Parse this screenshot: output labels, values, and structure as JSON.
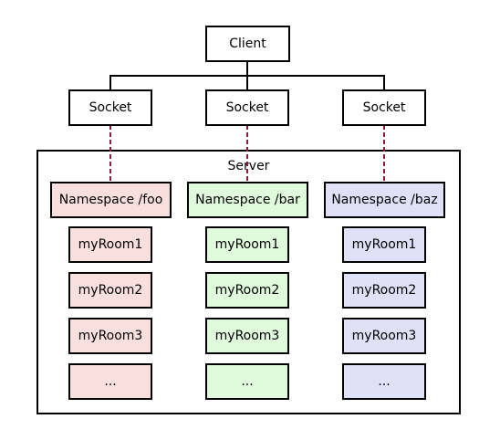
{
  "client": {
    "label": "Client"
  },
  "sockets": [
    {
      "label": "Socket"
    },
    {
      "label": "Socket"
    },
    {
      "label": "Socket"
    }
  ],
  "server": {
    "label": "Server"
  },
  "namespaces": [
    {
      "label": "Namespace /foo",
      "color": "#f9e0df",
      "rooms": [
        "myRoom1",
        "myRoom2",
        "myRoom3",
        "..."
      ]
    },
    {
      "label": "Namespace /bar",
      "color": "#e0fadc",
      "rooms": [
        "myRoom1",
        "myRoom2",
        "myRoom3",
        "..."
      ]
    },
    {
      "label": "Namespace /baz",
      "color": "#e0e0f9",
      "rooms": [
        "myRoom1",
        "myRoom2",
        "myRoom3",
        "..."
      ]
    }
  ],
  "colors": {
    "line": "#000000",
    "dashed_link": "#8b1a3c"
  }
}
